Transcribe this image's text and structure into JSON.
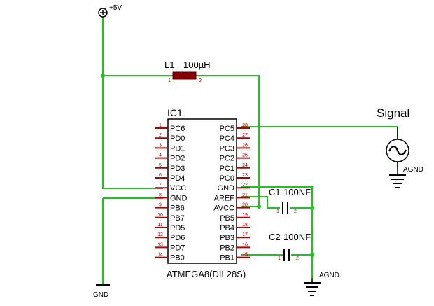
{
  "power": {
    "label": "+5V"
  },
  "inductor": {
    "ref": "L1",
    "value": "100µH",
    "pins": [
      "1",
      "2"
    ]
  },
  "ic": {
    "ref": "IC1",
    "part": "ATMEGA8(DIL28S)",
    "left_pins": [
      {
        "num": "1",
        "name": "PC6"
      },
      {
        "num": "2",
        "name": "PD0"
      },
      {
        "num": "3",
        "name": "PD1"
      },
      {
        "num": "4",
        "name": "PD2"
      },
      {
        "num": "5",
        "name": "PD3"
      },
      {
        "num": "6",
        "name": "PD4"
      },
      {
        "num": "7",
        "name": "VCC"
      },
      {
        "num": "8",
        "name": "GND"
      },
      {
        "num": "9",
        "name": "PB6"
      },
      {
        "num": "10",
        "name": "PB7"
      },
      {
        "num": "11",
        "name": "PD5"
      },
      {
        "num": "12",
        "name": "PD6"
      },
      {
        "num": "13",
        "name": "PD7"
      },
      {
        "num": "14",
        "name": "PB0"
      }
    ],
    "right_pins": [
      {
        "num": "28",
        "name": "PC5"
      },
      {
        "num": "27",
        "name": "PC4"
      },
      {
        "num": "26",
        "name": "PC3"
      },
      {
        "num": "25",
        "name": "PC2"
      },
      {
        "num": "24",
        "name": "PC1"
      },
      {
        "num": "23",
        "name": "PC0"
      },
      {
        "num": "22",
        "name": "GND"
      },
      {
        "num": "21",
        "name": "AREF"
      },
      {
        "num": "20",
        "name": "AVCC"
      },
      {
        "num": "19",
        "name": "PB5"
      },
      {
        "num": "18",
        "name": "PB4"
      },
      {
        "num": "17",
        "name": "PB3"
      },
      {
        "num": "16",
        "name": "PB2"
      },
      {
        "num": "15",
        "name": "PB1"
      }
    ]
  },
  "c1": {
    "ref": "C1",
    "value": "100NF",
    "pins": [
      "1",
      "2"
    ]
  },
  "c2": {
    "ref": "C2",
    "value": "100NF",
    "pins": [
      "1",
      "2"
    ]
  },
  "signal": {
    "label": "Signal",
    "ground": "AGND"
  },
  "agnd": {
    "label": "AGND"
  },
  "gnd": {
    "label": "GND"
  }
}
